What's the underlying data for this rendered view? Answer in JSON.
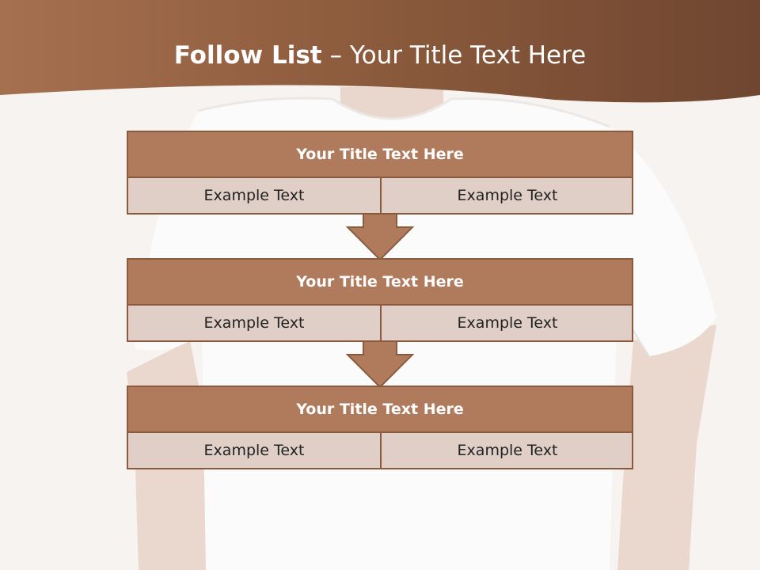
{
  "slide": {
    "title_bold": "Follow List",
    "title_rest": " – Your Title Text Here"
  },
  "boxes": [
    {
      "title": "Your Title Text Here",
      "left": "Example Text",
      "right": "Example Text"
    },
    {
      "title": "Your Title Text Here",
      "left": "Example Text",
      "right": "Example Text"
    },
    {
      "title": "Your Title Text Here",
      "left": "Example Text",
      "right": "Example Text"
    }
  ],
  "colors": {
    "header": "#8b5a3c",
    "box_title": "#b07a5c",
    "box_cell": "#e0cfc6",
    "border": "#8a5a3c"
  },
  "icons": [
    "down-arrow-icon",
    "down-arrow-icon"
  ]
}
